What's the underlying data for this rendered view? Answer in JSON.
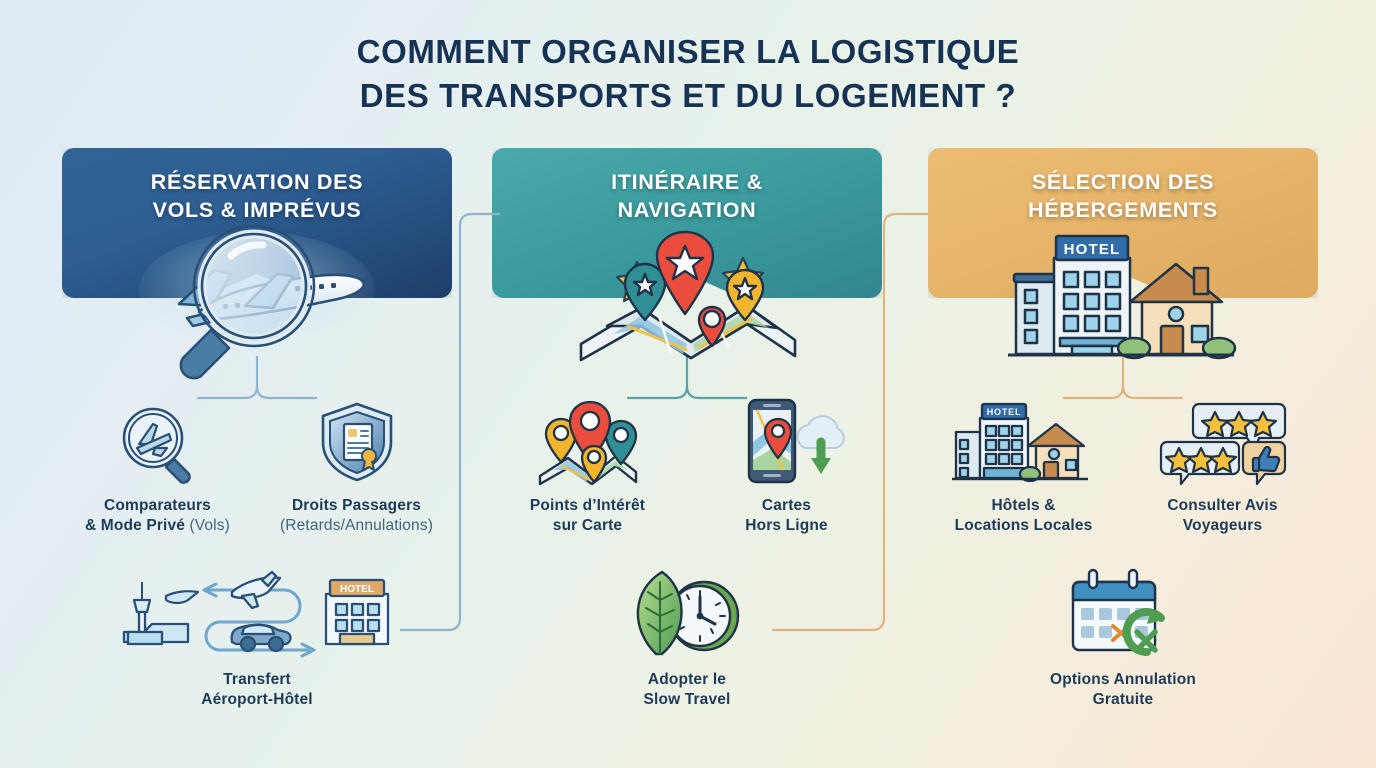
{
  "title": {
    "line1": "COMMENT ORGANISER LA LOGISTIQUE",
    "line2": "DES TRANSPORTS ET DU LOGEMENT ?"
  },
  "colors": {
    "column1": "#2e5e92",
    "column2": "#39999c",
    "column3": "#e5b368",
    "title_text": "#163354",
    "caption_text": "#1d3b57",
    "caption_sub_text": "#44627c"
  },
  "columns": [
    {
      "id": "reservation-vols",
      "header": {
        "line1": "RÉSERVATION DES",
        "line2": "VOLS & IMPRÉVUS"
      },
      "hero_icon": "magnifier-airplane-icon",
      "items": [
        {
          "icon": "magnifier-plane-search-icon",
          "label_line1": "Comparateurs",
          "label_line2": "& Mode Privé",
          "label_note": "(Vols)"
        },
        {
          "icon": "shield-certificate-icon",
          "label_line1": "Droits Passagers",
          "label_line2": "",
          "label_note": "(Retards/Annulations)"
        }
      ],
      "footer_item": {
        "icon": "airport-to-hotel-transfer-icon",
        "label_line1": "Transfert",
        "label_line2": "Aéroport-Hôtel",
        "hotel_sign_text": "HOTEL"
      }
    },
    {
      "id": "itineraire-navigation",
      "header": {
        "line1": "ITINÉRAIRE &",
        "line2": "NAVIGATION"
      },
      "hero_icon": "folded-map-with-pins-and-stars-icon",
      "items": [
        {
          "icon": "map-with-location-pins-icon",
          "label_line1": "Points d’Intérêt",
          "label_line2": "sur Carte",
          "label_note": ""
        },
        {
          "icon": "phone-offline-map-download-icon",
          "label_line1": "Cartes",
          "label_line2": "Hors Ligne",
          "label_note": ""
        }
      ],
      "footer_item": {
        "icon": "leaf-clock-slow-travel-icon",
        "label_line1": "Adopter le",
        "label_line2": "Slow Travel",
        "hotel_sign_text": ""
      }
    },
    {
      "id": "selection-hebergements",
      "header": {
        "line1": "SÉLECTION DES",
        "line2": "HÉBERGEMENTS"
      },
      "hero_icon": "hotel-and-house-icon",
      "hero_sign_text": "HOTEL",
      "items": [
        {
          "icon": "hotel-and-house-small-icon",
          "label_line1": "Hôtels &",
          "label_line2": "Locations Locales",
          "label_note": "",
          "sign_text": "HOTEL"
        },
        {
          "icon": "review-star-bubbles-icon",
          "label_line1": "Consulter Avis",
          "label_line2": "Voyageurs",
          "label_note": ""
        }
      ],
      "footer_item": {
        "icon": "calendar-free-cancellation-icon",
        "label_line1": "Options Annulation",
        "label_line2": "Gratuite",
        "hotel_sign_text": ""
      }
    }
  ]
}
